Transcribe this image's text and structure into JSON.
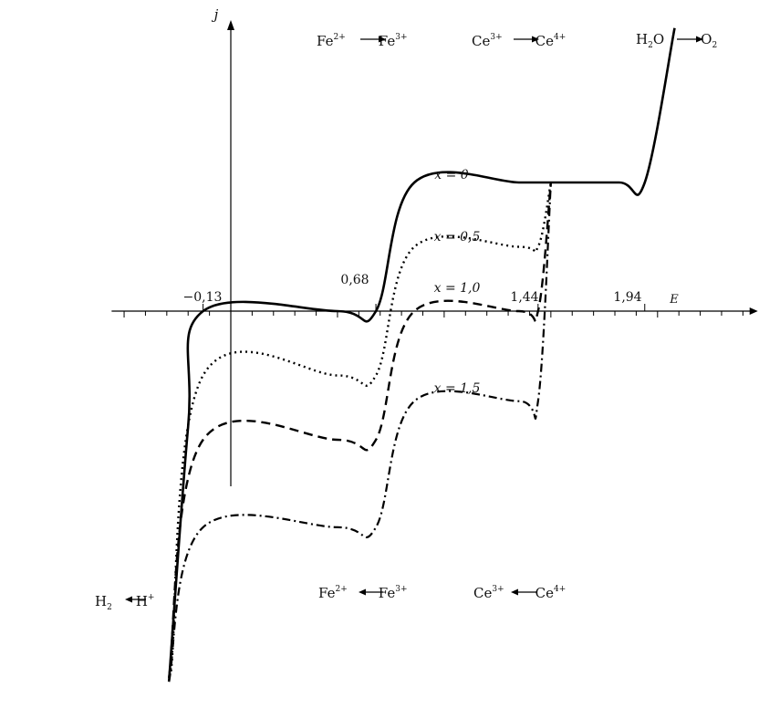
{
  "chart_data": {
    "type": "line",
    "title": "",
    "xlabel": "E",
    "ylabel": "j",
    "xlim": [
      -0.55,
      2.47
    ],
    "ylim": [
      -2.9,
      2.2
    ],
    "x_tick_labels": [
      "−0,13",
      "0,68",
      "1,44",
      "1,94"
    ],
    "curve_labels": [
      "x = 0",
      "x = 0,5",
      "x = 1,0",
      "x = 1,5"
    ],
    "reactions_top": [
      {
        "reactant": "Fe",
        "reactant_charge": "2+",
        "product": "Fe",
        "product_charge": "3+"
      },
      {
        "reactant": "Ce",
        "reactant_charge": "3+",
        "product": "Ce",
        "product_charge": "4+"
      },
      {
        "reactant": "H",
        "reactant_sub": "2",
        "reactant_tail": "O",
        "product": "O",
        "product_sub": "2"
      }
    ],
    "reactions_bottom": [
      {
        "left": "Fe",
        "left_charge": "2+",
        "right": "Fe",
        "right_charge": "3+"
      },
      {
        "left": "Ce",
        "left_charge": "3+",
        "right": "Ce",
        "right_charge": "4+"
      },
      {
        "left": "H",
        "left_sub": "2",
        "right": "H",
        "right_charge": "+"
      }
    ],
    "series": [
      {
        "name": "x = 0",
        "style": "solid",
        "points": [
          [
            -0.29,
            -2.88
          ],
          [
            -0.2,
            -0.9
          ],
          [
            -0.13,
            0
          ],
          [
            0.5,
            0
          ],
          [
            0.68,
            0
          ],
          [
            0.86,
            1.0
          ],
          [
            1.35,
            1.0
          ],
          [
            1.5,
            1.0
          ],
          [
            1.82,
            1.0
          ],
          [
            1.94,
            1.0
          ],
          [
            2.08,
            2.2
          ]
        ]
      },
      {
        "name": "x = 0,5",
        "style": "dotted",
        "points": [
          [
            -0.28,
            -2.8
          ],
          [
            -0.13,
            -0.5
          ],
          [
            0.5,
            -0.5
          ],
          [
            0.68,
            -0.5
          ],
          [
            0.86,
            0.5
          ],
          [
            1.35,
            0.5
          ],
          [
            1.44,
            0.5
          ],
          [
            1.5,
            1.0
          ]
        ]
      },
      {
        "name": "x = 1,0",
        "style": "dashed",
        "points": [
          [
            -0.29,
            -2.85
          ],
          [
            -0.13,
            -1.0
          ],
          [
            0.5,
            -1.0
          ],
          [
            0.68,
            -1.0
          ],
          [
            0.86,
            0
          ],
          [
            1.35,
            0
          ],
          [
            1.44,
            0
          ],
          [
            1.5,
            1.0
          ]
        ]
      },
      {
        "name": "x = 1,5",
        "style": "dashdot",
        "points": [
          [
            -0.29,
            -2.88
          ],
          [
            -0.13,
            -1.68
          ],
          [
            0.5,
            -1.68
          ],
          [
            0.68,
            -1.68
          ],
          [
            0.86,
            -0.7
          ],
          [
            1.35,
            -0.7
          ],
          [
            1.44,
            -0.7
          ],
          [
            1.5,
            1.0
          ]
        ]
      }
    ],
    "grid": false,
    "legend": "none"
  }
}
